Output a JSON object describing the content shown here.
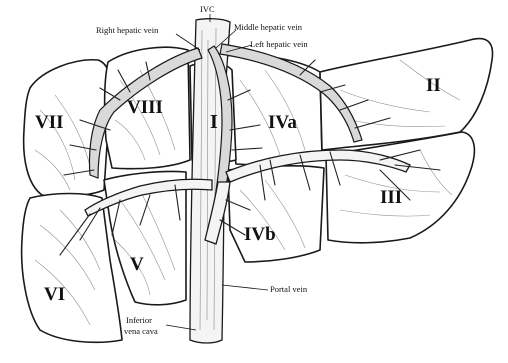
{
  "figure": {
    "segments": {
      "I": "I",
      "II": "II",
      "III": "III",
      "IVa": "IVa",
      "IVb": "IVb",
      "V": "V",
      "VI": "VI",
      "VII": "VII",
      "VIII": "VIII"
    },
    "labels": {
      "ivc": "IVC",
      "right_hepatic_vein": "Right hepatic vein",
      "middle_hepatic_vein": "Middle hepatic vein",
      "left_hepatic_vein": "Left hepatic vein",
      "portal_vein": "Portal vein",
      "inferior_vena_cava_line1": "Inferior",
      "inferior_vena_cava_line2": "vena cava"
    }
  }
}
